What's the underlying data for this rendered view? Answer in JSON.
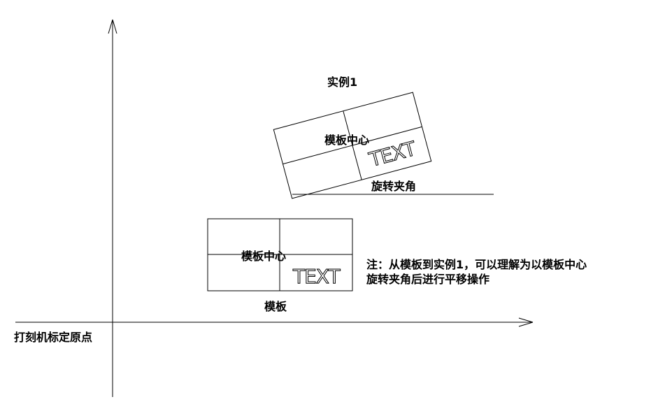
{
  "origin_label": "打刻机标定原点",
  "template": {
    "caption": "模板",
    "center_label": "模板中心",
    "text_sample": "TEXT"
  },
  "instance": {
    "caption": "实例1",
    "center_label": "模板中心",
    "text_sample": "TEXT",
    "angle_label": "旋转夹角"
  },
  "note": {
    "line1": "注：从模板到实例1，可以理解为以模板中心",
    "line2": "旋转夹角后进行平移操作"
  }
}
